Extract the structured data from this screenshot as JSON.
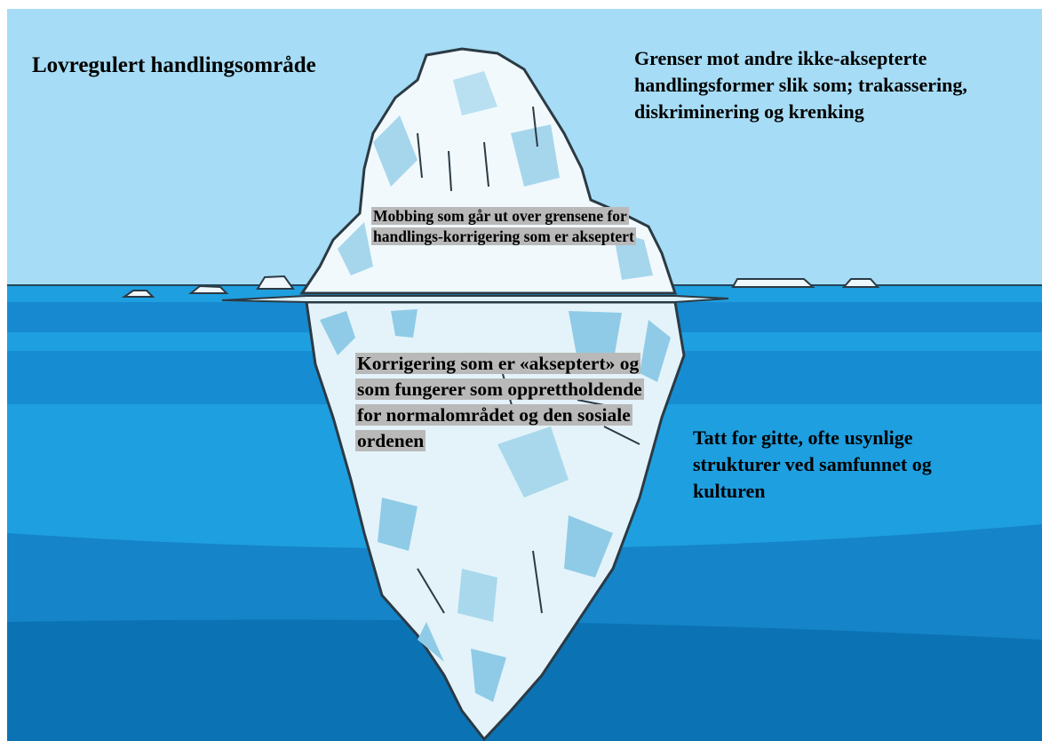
{
  "labels": {
    "title": "Lovregulert handlingsområde",
    "top_right": "Grenser mot andre ikke-aksepterte handlingsformer slik som; trakassering, diskriminering og krenking",
    "tip_text": "Mobbing som går ut over grensene for handlings-korrigering som er akseptert",
    "submerged_text": "Korrigering som er «akseptert» og som fungerer som opprettholdende for normalområdet og den sosiale ordenen",
    "right_mid": "Tatt for gitte, ofte usynlige strukturer ved samfunnet og kulturen"
  },
  "colors": {
    "sky": "#a6dcf5",
    "water_light": "#1e9fe0",
    "water_mid": "#148ccd",
    "water_dark": "#0a74b5",
    "ice": "#eef8fc",
    "ice_shadow": "#9fd3ea",
    "ice_underwater": "#d9eef7",
    "outline": "#2b3a44",
    "text_highlight": "#b9b9b9"
  }
}
